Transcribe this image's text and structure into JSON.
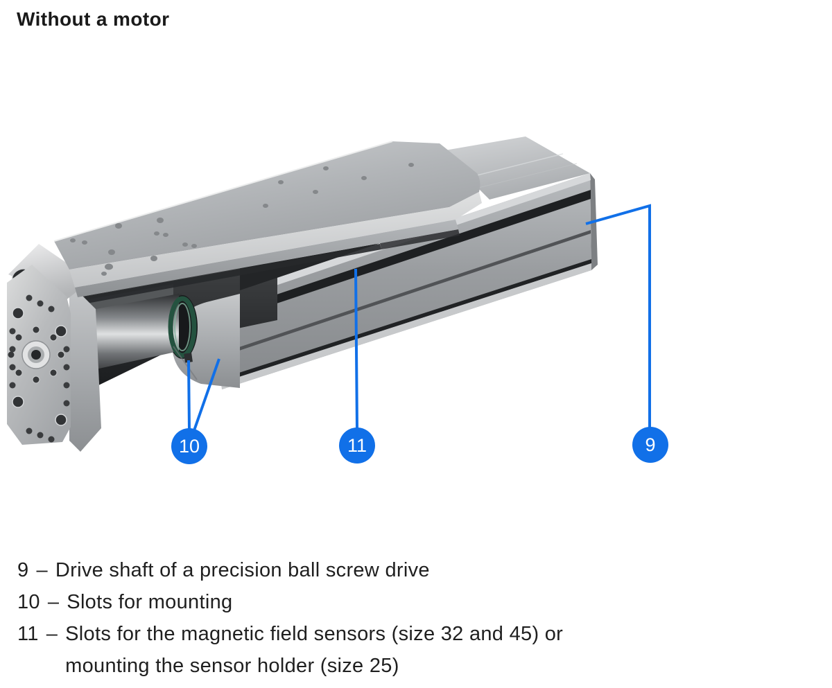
{
  "page": {
    "title": "Without a motor"
  },
  "colors": {
    "accent_blue": "#1170E8",
    "text": "#1F1F1F"
  },
  "callouts": {
    "c9": {
      "label": "9"
    },
    "c10": {
      "label": "10"
    },
    "c11": {
      "label": "11"
    }
  },
  "legend": {
    "items": [
      {
        "number": "9",
        "separator": "–",
        "line1": "Drive shaft of a precision ball screw drive",
        "line2": ""
      },
      {
        "number": "10",
        "separator": "–",
        "line1": "Slots for mounting",
        "line2": ""
      },
      {
        "number": "11",
        "separator": "–",
        "line1": "Slots for the magnetic field sensors (size 32 and 45) or",
        "line2": "mounting the sensor holder (size 25)"
      }
    ]
  }
}
